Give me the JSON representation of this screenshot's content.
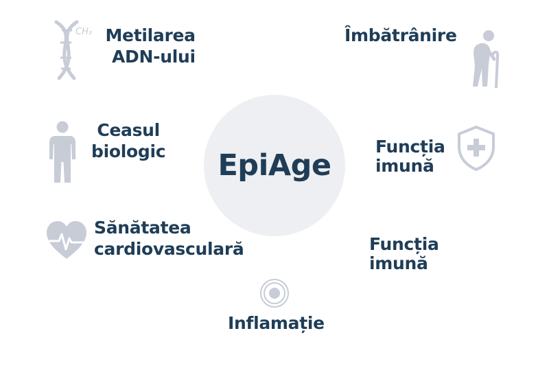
{
  "center": {
    "label": "EpiAge"
  },
  "items": [
    {
      "line1": "Metilarea",
      "line2": "ADN-ului",
      "icon": "dna-icon",
      "icon_text": "CH₃"
    },
    {
      "line1": "Îmbătrânire",
      "line2": "",
      "icon": "elderly-person-icon"
    },
    {
      "line1": "Ceasul",
      "line2": "biologic",
      "icon": "person-icon"
    },
    {
      "line1": "Funcția",
      "line2": "imună",
      "icon": "shield-plus-icon"
    },
    {
      "line1": "Sănătatea",
      "line2": "cardiovasculară",
      "icon": "heart-pulse-icon"
    },
    {
      "line1": "Funcția",
      "line2": "imună",
      "icon": ""
    },
    {
      "line1": "Inflamație",
      "line2": "",
      "icon": "concentric-circles-icon"
    }
  ],
  "colors": {
    "text": "#1f3d57",
    "icon": "#c7ccd7",
    "center_bg": "#eeeff2"
  }
}
